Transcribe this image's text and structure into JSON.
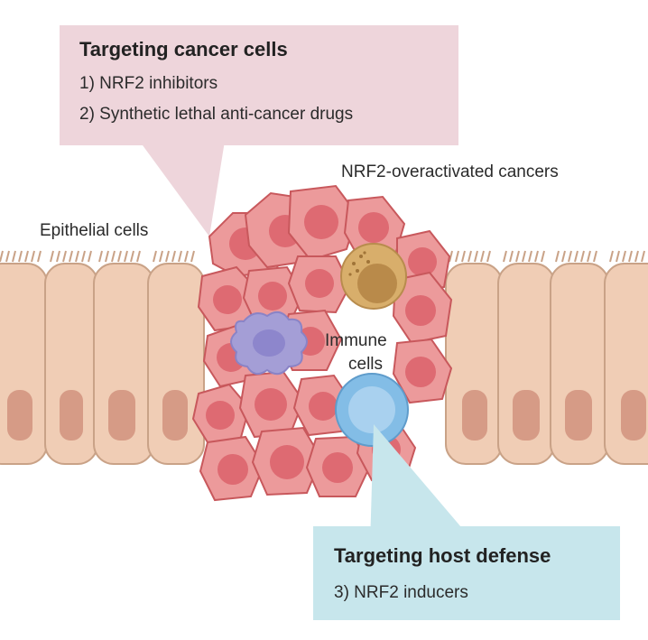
{
  "colors": {
    "cancer_box": "#eed5db",
    "host_box": "#c7e6ec",
    "cancer_cell": "#ec9a9b",
    "cancer_cell_stroke": "#c8585c",
    "cancer_nucleus": "#de6a72",
    "epithelial_cell": "#f0cdb5",
    "epithelial_stroke": "#c9a287",
    "epithelial_nucleus": "#d69b86",
    "immune_purple": "#a49ed6",
    "immune_yellow": "#d8ae6b",
    "immune_blue": "#83bde6"
  },
  "cancer_box": {
    "title": "Targeting cancer cells",
    "line1": "1) NRF2 inhibitors",
    "line2": "2) Synthetic lethal anti-cancer drugs"
  },
  "host_box": {
    "title": "Targeting host defense",
    "line1": "3) NRF2 inducers"
  },
  "labels": {
    "cancers": "NRF2-overactivated cancers",
    "epithelial": "Epithelial cells",
    "immune_line1": "Immune",
    "immune_line2": "cells"
  }
}
